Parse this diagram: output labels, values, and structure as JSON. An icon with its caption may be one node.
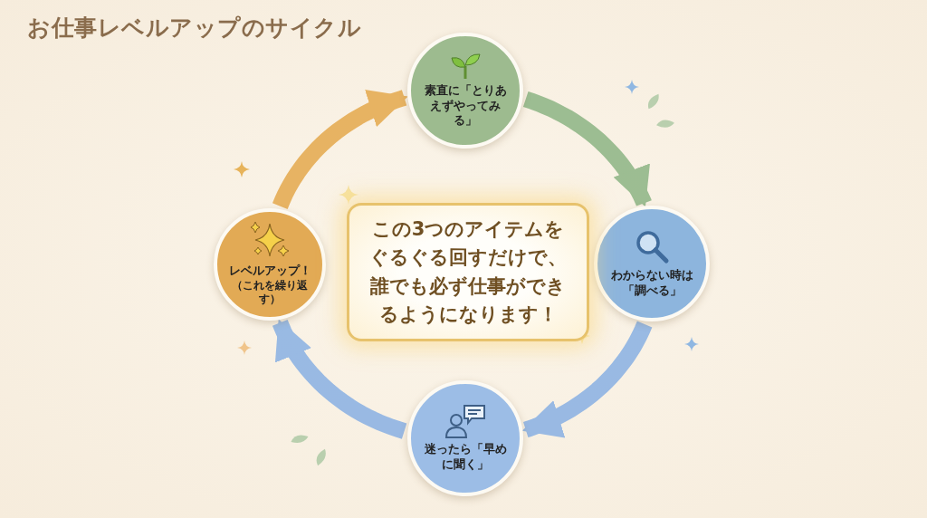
{
  "diagram": {
    "title": "お仕事レベルアップのサイクル",
    "nodes": [
      {
        "text": [
          "素直に「とりあえずやってみる」"
        ]
      },
      {
        "text": [
          "わからない時は「調べる」"
        ]
      },
      {
        "text": [
          "迷ったら「早めに聞く」"
        ]
      },
      {
        "text": [
          "レベルアップ！",
          "（これを繰り返す）"
        ]
      },
      {
        "text": [
          "この3つのアイテムをぐるぐる回すだけで、誰でも必ず仕事ができるようになります！"
        ]
      }
    ],
    "edges": [
      {
        "from": 0,
        "to": 1,
        "arrow": "to",
        "color": "#93b88a"
      },
      {
        "from": 1,
        "to": 2,
        "arrow": "to"
      },
      {
        "from": 2,
        "to": 3,
        "arrow": "to"
      },
      {
        "from": 3,
        "to": 0,
        "arrow": "to",
        "color": "#e6ad55"
      }
    ]
  }
}
